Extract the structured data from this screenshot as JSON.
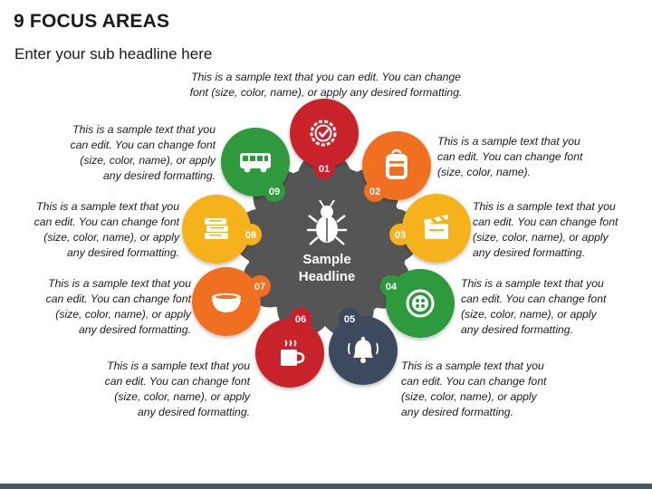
{
  "header": {
    "title": "9 FOCUS AREAS",
    "subtitle": "Enter your sub headline here"
  },
  "center": {
    "line1": "Sample",
    "line2": "Headline",
    "icon": "bug-icon",
    "color": "#555555"
  },
  "areas": [
    {
      "number": "01",
      "color": "#C8202C",
      "icon": "badge-check-icon",
      "lines": [
        "This is a sample text that you can edit. You can change",
        "font (size, color, name), or apply any desired formatting."
      ]
    },
    {
      "number": "02",
      "color": "#F07020",
      "icon": "backpack-icon",
      "lines": [
        "This is a sample text that you",
        "can edit. You can change font",
        "(size, color, name)."
      ]
    },
    {
      "number": "03",
      "color": "#F5B21A",
      "icon": "clapperboard-icon",
      "lines": [
        "This is a sample text that you",
        "can edit. You can change font",
        "(size, color, name), or apply",
        "any desired formatting."
      ]
    },
    {
      "number": "04",
      "color": "#2E9A3E",
      "icon": "button-icon",
      "lines": [
        "This is a sample text that you",
        "can edit. You can change font",
        "(size, color, name), or apply",
        "any desired formatting."
      ]
    },
    {
      "number": "05",
      "color": "#3D4A5E",
      "icon": "bell-icon",
      "lines": [
        "This is a sample text that you",
        "can edit. You can change font",
        "(size, color, name), or apply",
        "any desired formatting."
      ]
    },
    {
      "number": "06",
      "color": "#C8202C",
      "icon": "hot-drink-icon",
      "lines": [
        "This is a sample text that you",
        "can edit. You can change font",
        "(size, color, name), or apply",
        "any desired formatting."
      ]
    },
    {
      "number": "07",
      "color": "#F07020",
      "icon": "bowl-icon",
      "lines": [
        "This is a sample text that you",
        "can edit. You can change font",
        "(size, color, name), or apply",
        "any desired formatting."
      ]
    },
    {
      "number": "08",
      "color": "#F5B21A",
      "icon": "books-icon",
      "lines": [
        "This is a sample text that you",
        "can edit. You can change font",
        "(size, color, name), or apply",
        "any desired formatting."
      ]
    },
    {
      "number": "09",
      "color": "#2E9A3E",
      "icon": "bus-icon",
      "lines": [
        "This is a sample text that you",
        "can edit. You can change font",
        "(size, color, name), or apply",
        "any desired formatting."
      ]
    }
  ],
  "footer_color": "#4A5866"
}
